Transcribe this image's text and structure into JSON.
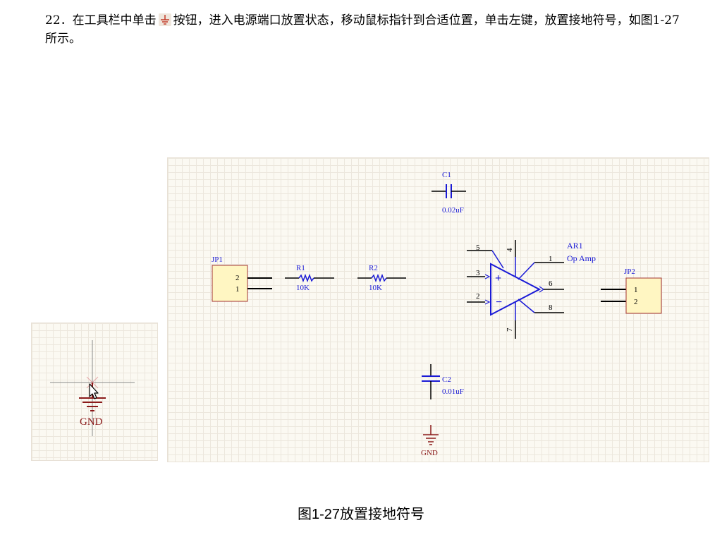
{
  "instruction": {
    "before_icon": "22．在工具栏中单击",
    "icon": "ground-icon",
    "after_icon": "按钮，进入电源端口放置状态，移动鼠标指针到合适位置，单击左键，放置接地符号，如图1-27所示。"
  },
  "left_panel": {
    "gnd_label": "GND"
  },
  "schematic": {
    "c1": {
      "ref": "C1",
      "value": "0.02uF"
    },
    "c2": {
      "ref": "C2",
      "value": "0.01uF"
    },
    "jp1": {
      "ref": "JP1",
      "pin_top": "2",
      "pin_bottom": "1"
    },
    "jp2": {
      "ref": "JP2",
      "pin_top": "1",
      "pin_bottom": "2"
    },
    "r1": {
      "ref": "R1",
      "value": "10K"
    },
    "r2": {
      "ref": "R2",
      "value": "10K"
    },
    "ar1": {
      "ref": "AR1",
      "value": "Op Amp",
      "pins": {
        "p1": "1",
        "p2": "2",
        "p3": "3",
        "p4": "4",
        "p5": "5",
        "p6": "6",
        "p7": "7",
        "p8": "8"
      },
      "plus": "+",
      "minus": "−"
    },
    "gnd_label": "GND"
  },
  "caption": "图1-27放置接地符号",
  "colors": {
    "wire": "#000000",
    "component": "#1a1ad6",
    "label": "#1a1ad6",
    "power": "#8b1a1a",
    "connector_fill": "#fff6c2",
    "connector_border": "#a23333"
  }
}
